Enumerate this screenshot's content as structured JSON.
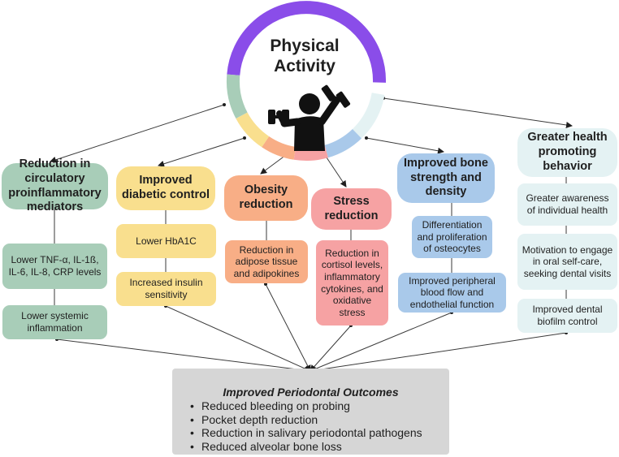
{
  "center": {
    "title": "Physical Activity",
    "icon": "weightlifter-icon"
  },
  "columns": [
    {
      "header": "Reduction in circulatory proinflammatory mediators",
      "items": [
        "Lower TNF-α, IL-1ß, IL-6, IL-8, CRP levels",
        "Lower systemic inflammation"
      ],
      "color": "#a8cdb8"
    },
    {
      "header": "Improved diabetic control",
      "items": [
        "Lower HbA1C",
        "Increased insulin sensitivity"
      ],
      "color": "#f9df8e"
    },
    {
      "header": "Obesity reduction",
      "items": [
        "Reduction in adipose tissue and adipokines"
      ],
      "color": "#f8ae86"
    },
    {
      "header": "Stress reduction",
      "items": [
        "Reduction in cortisol levels, inflammatory cytokines, and oxidative stress"
      ],
      "color": "#f6a2a3"
    },
    {
      "header": "Improved bone strength and density",
      "items": [
        "Differentiation and proliferation of osteocytes",
        "Improved peripheral blood flow and endothelial function"
      ],
      "color": "#a9c9ea"
    },
    {
      "header": "Greater health promoting behavior",
      "items": [
        "Greater awareness of individual health",
        "Motivation to engage in oral self-care, seeking dental visits",
        "Improved dental biofilm control"
      ],
      "color": "#e4f2f3"
    }
  ],
  "outcome": {
    "title": "Improved Periodontal Outcomes",
    "items": [
      "Reduced bleeding on probing",
      "Pocket depth reduction",
      "Reduction in salivary periodontal pathogens",
      "Reduced alveolar bone loss"
    ]
  },
  "ring_colors": {
    "main": "#8a4de9",
    "segments": [
      "#a8cdb8",
      "#f9df8e",
      "#f8ae86",
      "#f6a2a3",
      "#a9c9ea",
      "#e4f2f3"
    ]
  }
}
